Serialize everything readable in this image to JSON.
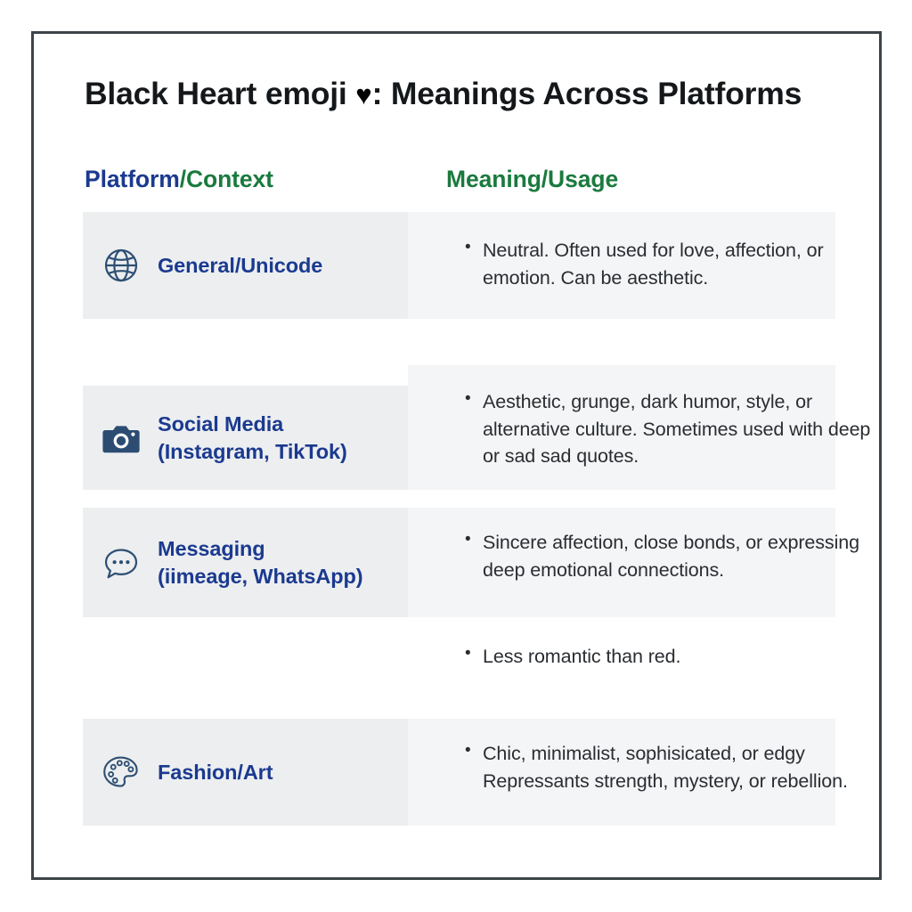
{
  "title": {
    "before_heart": "Black Heart emoji ",
    "heart_glyph": "♥",
    "after_heart": ": Meanings Across Platforms"
  },
  "headers": {
    "platform_primary": "Platform",
    "platform_secondary": "/Context",
    "meaning": "Meaning/Usage"
  },
  "colors": {
    "blue": "#1b3a8f",
    "green": "#1a7a3e",
    "frame_border": "#3d4449",
    "row_band_left": "#eceef0",
    "row_band_right": "#f4f5f6",
    "body_text": "#2a2d31"
  },
  "rows": [
    {
      "icon": "globe-icon",
      "platform_main": "General/Unicode",
      "platform_sub": "",
      "meaning": "Neutral. Often used for love, affection, or emotion. Can be aesthetic."
    },
    {
      "icon": "camera-icon",
      "platform_main": "Social Media",
      "platform_sub": "(Instagram, TikTok)",
      "meaning": "Aesthetic, grunge, dark humor, style, or alternative culture. Sometimes used with deep or sad sad quotes."
    },
    {
      "icon": "chat-bubble-icon",
      "platform_main": "Messaging",
      "platform_sub": "(iimeage, WhatsApp)",
      "meaning": "Sincere affection, close bonds, or expressing deep emotional connections."
    },
    {
      "icon": "",
      "platform_main": "",
      "platform_sub": "",
      "meaning": "Less romantic than red."
    },
    {
      "icon": "palette-icon",
      "platform_main": "Fashion/Art",
      "platform_sub": "",
      "meaning": "Chic, minimalist, sophisicated, or edgy Repressants strength, mystery, or rebellion."
    }
  ]
}
